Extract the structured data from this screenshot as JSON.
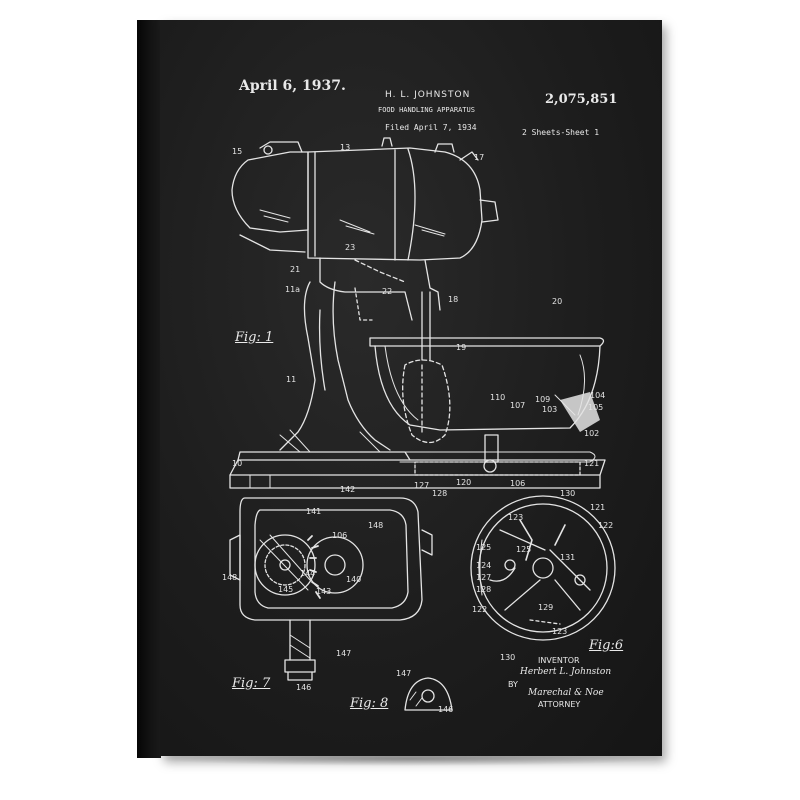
{
  "patent": {
    "date": "April 6, 1937.",
    "inventor_header": "H. L. JOHNSTON",
    "number": "2,075,851",
    "title": "FOOD HANDLING APPARATUS",
    "filed": "Filed April 7, 1934",
    "sheets": "2 Sheets-Sheet 1"
  },
  "figures": {
    "fig1": "Fig: 1",
    "fig6": "Fig:6",
    "fig7": "Fig: 7",
    "fig8": "Fig: 8"
  },
  "signature_block": {
    "inventor_label": "INVENTOR",
    "inventor_signature": "Herbert L. Johnston",
    "by": "BY",
    "attorney_signature": "Marechal & Noe",
    "attorney_label": "ATTORNEY"
  },
  "colors": {
    "chalkboard": "#1d1d1d",
    "chalk": "#e9e9e9"
  }
}
